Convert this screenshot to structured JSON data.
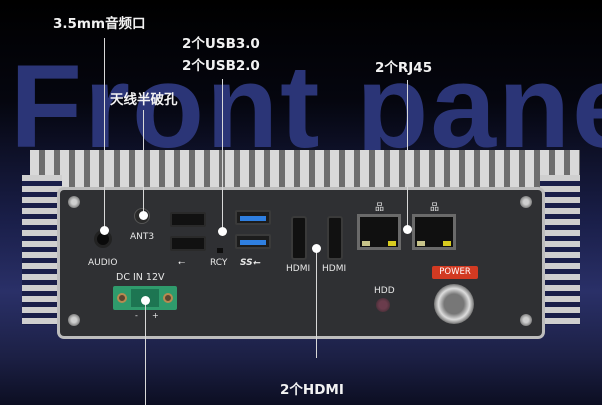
{
  "background_title": "Front panel",
  "callouts": {
    "audio": "3.5mm音频口",
    "antenna": "天线半破孔",
    "usb_line1": "2个USB3.0",
    "usb_line2": "2个USB2.0",
    "rj45": "2个RJ45",
    "hdmi": "2个HDMI"
  },
  "panel_labels": {
    "audio": "AUDIO",
    "ant": "ANT3",
    "rcy": "RCY",
    "usb_symbol": "⭠",
    "ss_symbol": "SS⭠",
    "hdmi1": "HDMI",
    "hdmi2": "HDMI",
    "dc_in": "DC IN 12V",
    "minus": "-",
    "plus": "+",
    "hdd": "HDD",
    "power": "POWER",
    "lan_icon": "品"
  },
  "colors": {
    "power_badge": "#d23a22",
    "usb3_blue": "#2f7fe0",
    "terminal_green": "#2f9a6c",
    "title_blue": "#2b3577"
  }
}
